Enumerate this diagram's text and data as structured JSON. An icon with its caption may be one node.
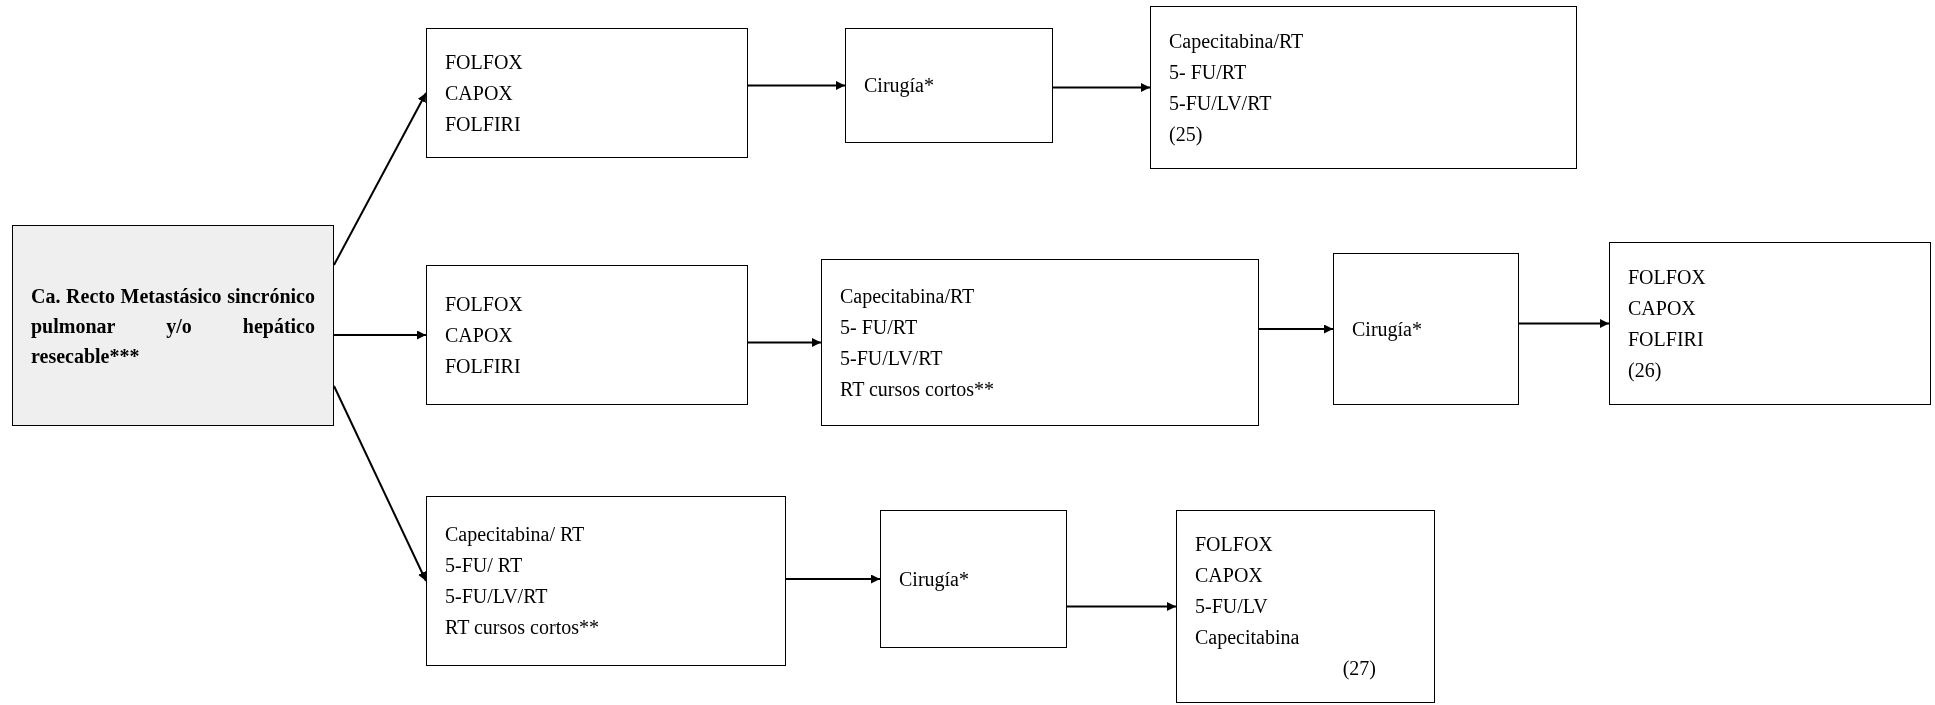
{
  "diagram": {
    "nodes": [
      {
        "text": [
          "Ca. Recto Metastásico sincrónico pulmonar y/o hepático resecable***"
        ]
      },
      {
        "text": [
          "FOLFOX",
          "CAPOX",
          "FOLFIRI"
        ]
      },
      {
        "text": [
          "Cirugía*"
        ]
      },
      {
        "text": [
          "Capecitabina/RT",
          "5- FU/RT",
          "5-FU/LV/RT",
          "(25)"
        ]
      },
      {
        "text": [
          "FOLFOX",
          "CAPOX",
          "FOLFIRI"
        ]
      },
      {
        "text": [
          "Capecitabina/RT",
          "5- FU/RT",
          "5-FU/LV/RT",
          "RT cursos cortos**"
        ]
      },
      {
        "text": [
          "Cirugía*"
        ]
      },
      {
        "text": [
          "FOLFOX",
          "CAPOX",
          "FOLFIRI",
          "(26)"
        ]
      },
      {
        "text": [
          "Capecitabina/ RT",
          "5-FU/ RT",
          "5-FU/LV/RT",
          "RT cursos cortos**"
        ]
      },
      {
        "text": [
          "Cirugía*"
        ]
      },
      {
        "text": [
          "FOLFOX",
          "CAPOX",
          "5-FU/LV",
          "Capecitabina",
          "(27)"
        ]
      }
    ],
    "edges": [
      {
        "from": 0,
        "to": 1,
        "arrow": "to"
      },
      {
        "from": 0,
        "to": 4,
        "arrow": "to"
      },
      {
        "from": 0,
        "to": 8,
        "arrow": "to"
      },
      {
        "from": 1,
        "to": 2,
        "arrow": "to"
      },
      {
        "from": 2,
        "to": 3,
        "arrow": "to"
      },
      {
        "from": 4,
        "to": 5,
        "arrow": "to"
      },
      {
        "from": 5,
        "to": 6,
        "arrow": "to"
      },
      {
        "from": 6,
        "to": 7,
        "arrow": "to"
      },
      {
        "from": 8,
        "to": 9,
        "arrow": "to"
      },
      {
        "from": 9,
        "to": 10,
        "arrow": "to"
      }
    ]
  }
}
